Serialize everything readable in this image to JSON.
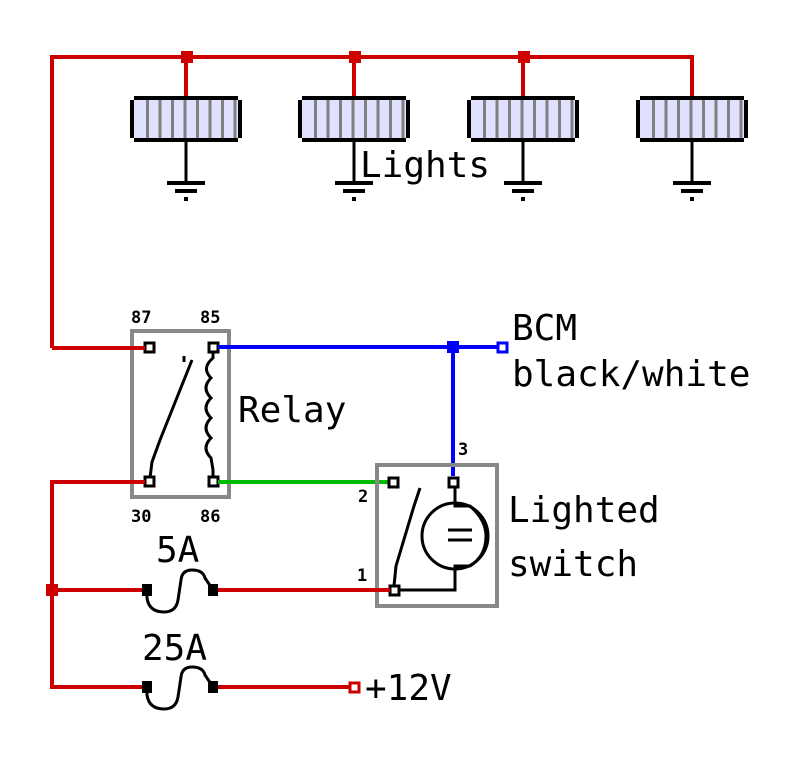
{
  "colors": {
    "power": "#cc0000",
    "bcm": "#0000ff",
    "trigger": "#00bb00",
    "component": "#000000",
    "housing": "#888888",
    "lamp_fill": "#e0e0ff",
    "lamp_stripe": "#808080"
  },
  "labels": {
    "lights": "Lights",
    "relay": "Relay",
    "bcm_line1": "BCM",
    "bcm_line2": "black/white",
    "switch_line1": "Lighted",
    "switch_line2": "switch",
    "supply": "+12V",
    "fuse_small": "5A",
    "fuse_large": "25A"
  },
  "relay_pins": {
    "p87": "87",
    "p85": "85",
    "p30": "30",
    "p86": "86"
  },
  "switch_pins": {
    "p1": "1",
    "p2": "2",
    "p3": "3"
  },
  "lights": {
    "count": 4
  }
}
